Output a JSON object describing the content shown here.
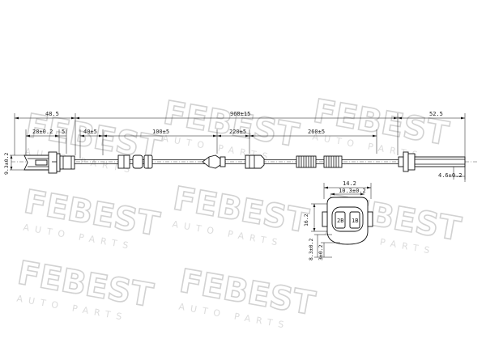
{
  "brand": {
    "watermark_text": "FEBEST",
    "watermark_sub": "AUTO PARTS"
  },
  "dimensions": {
    "d_48_5": "48.5",
    "d_960": "960±15",
    "d_52_5": "52.5",
    "d_28": "28±0.2",
    "d_5": "5",
    "d_40": "40±5",
    "d_100": "100±5",
    "d_220": "220±5",
    "d_260": "260±5",
    "d_9_3": "9.3±0.2",
    "d_4_6": "4.6±0.2",
    "d_14_2": "14.2",
    "d_10_3": "10.3±0.2",
    "d_16_2": "16.2",
    "d_8_3": "8.3±0.2",
    "d_3_5": "3±0.2"
  },
  "connector": {
    "pin_left": "2B",
    "pin_right": "1B"
  },
  "colors": {
    "line": "#111111",
    "watermark": "#d2d2d2"
  }
}
